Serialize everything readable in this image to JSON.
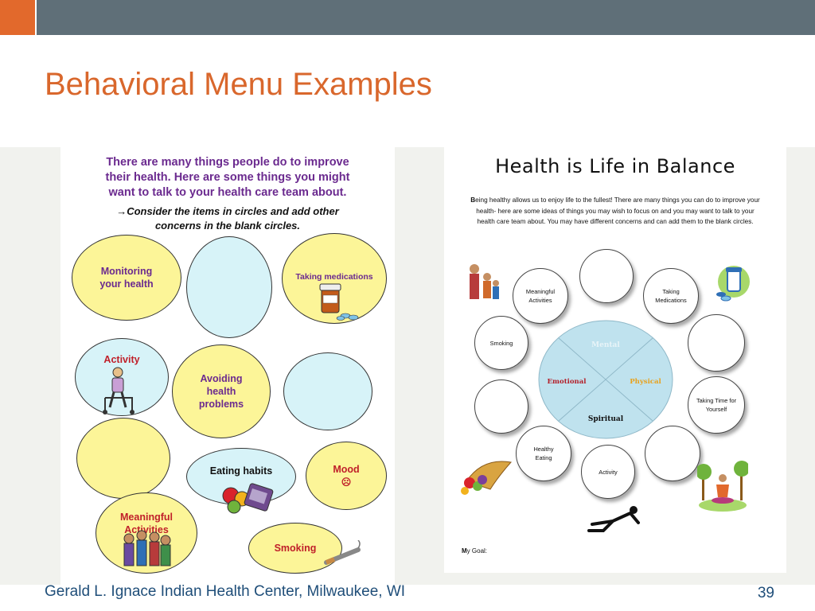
{
  "slide": {
    "title": "Behavioral Menu Examples",
    "footer": "Gerald L. Ignace Indian Health Center, Milwaukee, WI",
    "page_number": "39",
    "colors": {
      "accent": "#e2692c",
      "bar": "#5f6f78",
      "title": "#d9672c",
      "footer": "#1f4e79"
    }
  },
  "left_worksheet": {
    "heading_lines": [
      "There are many things people do to improve",
      "their health.  Here are some things you might",
      "want to talk to your health care team about."
    ],
    "instruction_lines": [
      "→Consider the items in circles and add other",
      "concerns in the blank circles."
    ],
    "bubbles": {
      "monitoring": "Monitoring your health",
      "taking_medications": "Taking medications",
      "activity": "Activity",
      "avoiding": "Avoiding health problems",
      "eating": "Eating habits",
      "mood": "Mood",
      "mood_icon": "☹",
      "meaningful": "Meaningful Activities",
      "smoking": "Smoking"
    }
  },
  "right_worksheet": {
    "title": "Health is Life in Balance",
    "intro_lead": "B",
    "intro": "eing healthy allows us to enjoy life to the fullest!   There are many things you can do to improve your health- here are some ideas of things you may wish to focus on and you may want to talk to your health care team about.  You may have different concerns and can add them to the blank circles.",
    "circles": {
      "meaningful": "Meaningful Activities",
      "taking_medications": "Taking Medications",
      "smoking": "Smoking",
      "taking_time": "Taking Time for Yourself",
      "healthy_eating": "Healthy Eating",
      "activity": "Activity"
    },
    "wheel": {
      "mental": "Mental",
      "emotional": "Emotional",
      "physical": "Physical",
      "spiritual": "Spiritual"
    },
    "goal_lead": "M",
    "goal": "y Goal:"
  }
}
